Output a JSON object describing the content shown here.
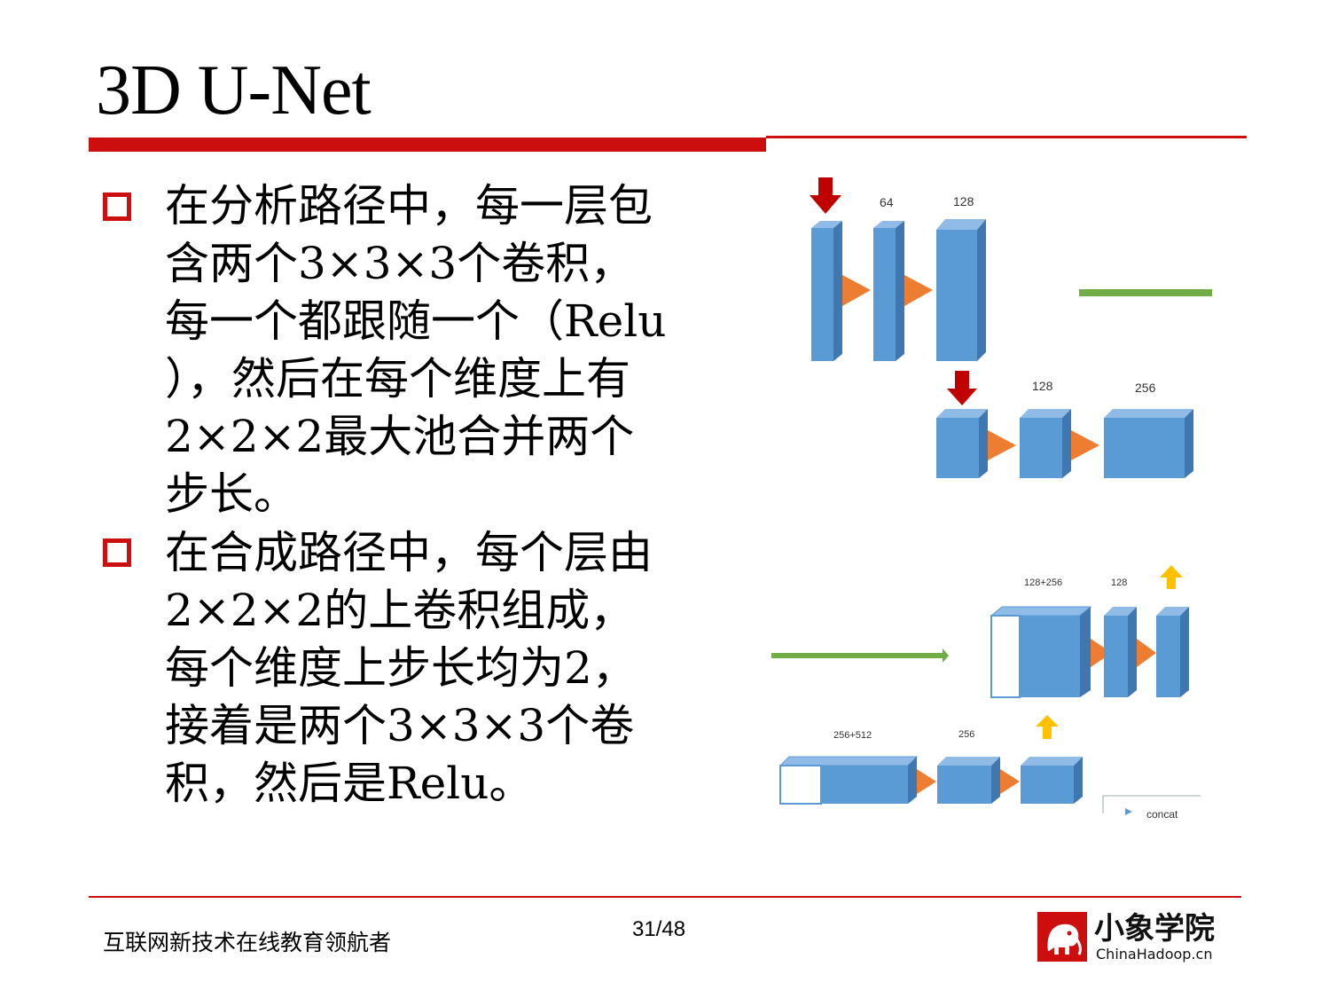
{
  "slide": {
    "title": "3D U-Net",
    "page_number": "31/48",
    "footer_slogan": "互联网新技术在线教育领航者"
  },
  "bullets": [
    {
      "lines": [
        "在分析路径中，每一层包",
        "含两个3×3×3个卷积，",
        "每一个都跟随一个（Relu",
        "），然后在每个维度上有",
        "2×2×2最大池合并两个",
        "步长。"
      ]
    },
    {
      "lines": [
        "在合成路径中，每个层由",
        "2×2×2的上卷积组成，",
        "每个维度上步长均为2，",
        "接着是两个3×3×3个卷",
        "积，然后是Relu。"
      ]
    }
  ],
  "logo": {
    "name": "小象学院",
    "site": "ChinaHadoop.cn"
  },
  "diagram": {
    "labels": {
      "enc1_a": "64",
      "enc1_b": "128",
      "enc2_a": "128",
      "enc2_b": "256",
      "dec1_concat": "128+256",
      "dec1_out": "128",
      "dec2_concat": "256+512",
      "dec2_out": "256",
      "legend_partial": "concat"
    },
    "colors": {
      "block": "#5b9bd5",
      "block_side": "#3f78b0",
      "block_top": "#8fbbe6",
      "conv_arrow": "#ed7d31",
      "pool_arrow": "#c00000",
      "upconv_arrow": "#ffc000",
      "skip_line": "#70ad47",
      "accent_red": "#cc0e0e"
    }
  }
}
